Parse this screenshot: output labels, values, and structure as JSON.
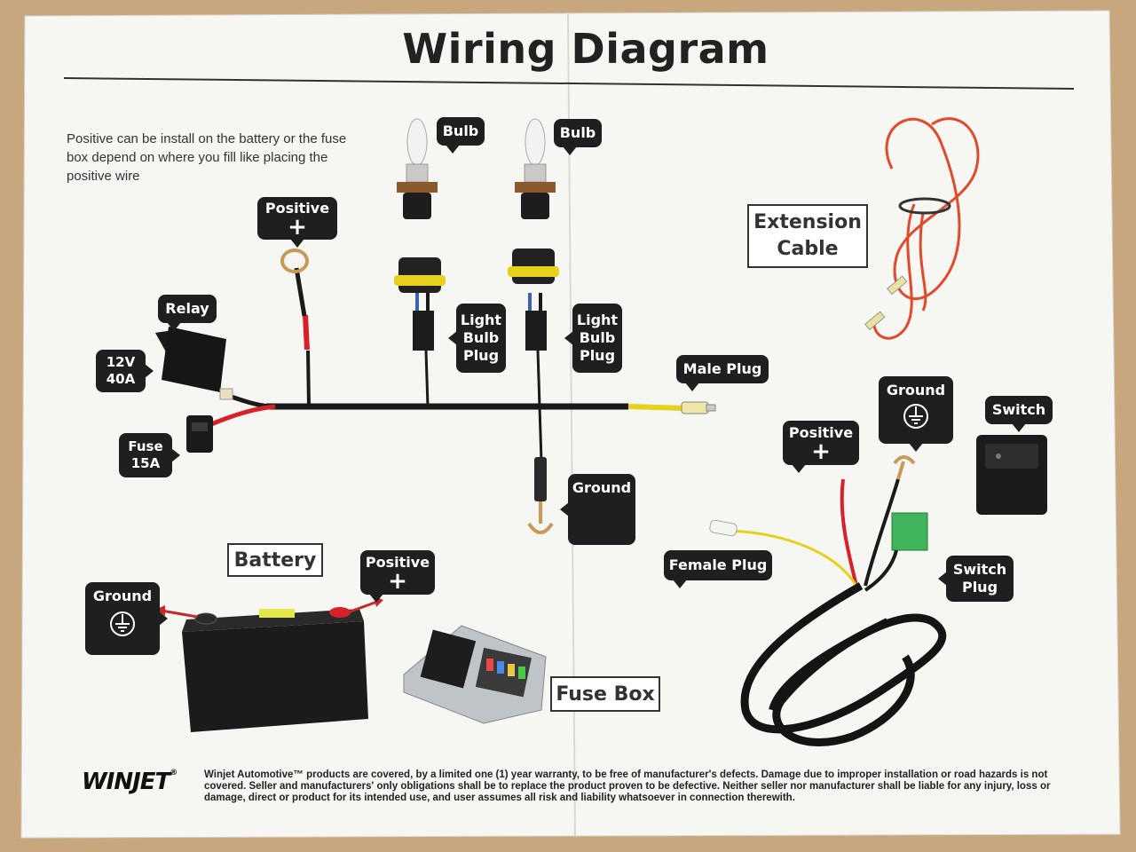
{
  "title": "Wiring Diagram",
  "note": "Positive can be install on the battery or the fuse box depend on where you fill like placing the positive wire",
  "labels": {
    "bulb_left": "Bulb",
    "bulb_right": "Bulb",
    "positive_top": "Positive",
    "positive_top_symbol": "+",
    "relay": "Relay",
    "relay_rating_1": "12V",
    "relay_rating_2": "40A",
    "fuse_1": "Fuse",
    "fuse_2": "15A",
    "light_plug_left": [
      "Light",
      "Bulb",
      "Plug"
    ],
    "light_plug_right": [
      "Light",
      "Bulb",
      "Plug"
    ],
    "male_plug": "Male Plug",
    "ground_mid": "Ground",
    "extension_cable": [
      "Extension",
      "Cable"
    ],
    "ground_right": "Ground",
    "switch": "Switch",
    "positive_right": "Positive",
    "positive_right_symbol": "+",
    "female_plug": "Female Plug",
    "switch_plug": [
      "Switch",
      "Plug"
    ],
    "battery": "Battery",
    "ground_left": "Ground",
    "positive_battery": "Positive",
    "positive_battery_symbol": "+",
    "fuse_box": "Fuse Box"
  },
  "logo": "WINJET",
  "logo_mark": "®",
  "footer": "Winjet Automotive™ products are covered, by a limited one (1) year warranty, to be free of manufacturer's defects. Damage due to improper installation or road hazards is not covered. Seller and manufacturers' only obligations shall be to replace the product proven to be defective. Neither seller nor manufacturer shall be liable for any injury, loss or damage, direct or product for its intended use, and user assumes all risk and liability whatsoever in connection therewith.",
  "colors": {
    "paper": "#f6f6f3",
    "label_bg": "#1f1f1f",
    "wire": "#1a1a1a",
    "red_wire": "#d8202a",
    "yellow_wire": "#e6d21e",
    "accent_green": "#3fb45a",
    "arrow_red": "#c4282e"
  }
}
